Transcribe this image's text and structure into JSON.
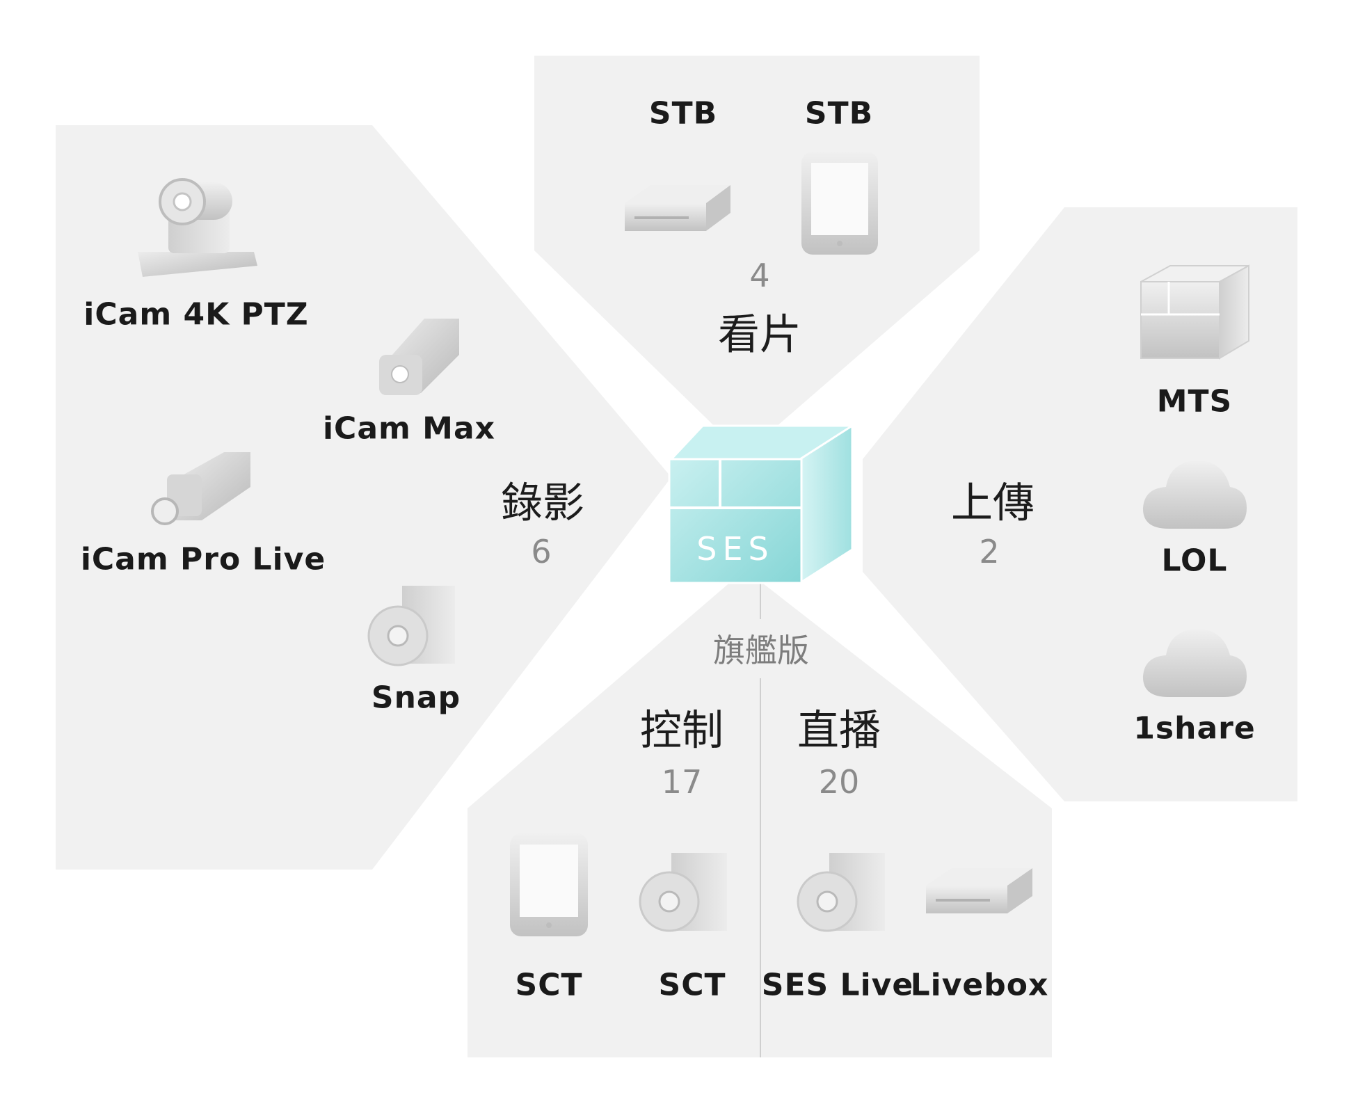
{
  "hub": {
    "label": "SES",
    "edition": "旗艦版",
    "accent_color": "#8fdcdc"
  },
  "panel_color": "#f1f1f1",
  "categories": {
    "recording": {
      "name": "錄影",
      "count": "6"
    },
    "viewing": {
      "name": "看片",
      "count": "4"
    },
    "upload": {
      "name": "上傳",
      "count": "2"
    },
    "control": {
      "name": "控制",
      "count": "17"
    },
    "live": {
      "name": "直播",
      "count": "20"
    }
  },
  "devices": {
    "recording": [
      {
        "label": "iCam 4K PTZ",
        "icon": "ptz-camera-icon"
      },
      {
        "label": "iCam Max",
        "icon": "box-camera-icon"
      },
      {
        "label": "iCam Pro Live",
        "icon": "bullet-camera-icon"
      },
      {
        "label": "Snap",
        "icon": "software-disc-icon"
      }
    ],
    "viewing": [
      {
        "label": "STB",
        "icon": "set-top-box-icon"
      },
      {
        "label": "STB",
        "icon": "tablet-icon"
      }
    ],
    "upload": [
      {
        "label": "MTS",
        "icon": "server-box-icon"
      },
      {
        "label": "LOL",
        "icon": "cloud-icon"
      },
      {
        "label": "1share",
        "icon": "cloud-icon"
      }
    ],
    "control": [
      {
        "label": "SCT",
        "icon": "tablet-icon"
      },
      {
        "label": "SCT",
        "icon": "software-disc-icon"
      }
    ],
    "live": [
      {
        "label": "SES Live",
        "icon": "software-disc-icon"
      },
      {
        "label": "Livebox",
        "icon": "set-top-box-icon"
      }
    ]
  }
}
